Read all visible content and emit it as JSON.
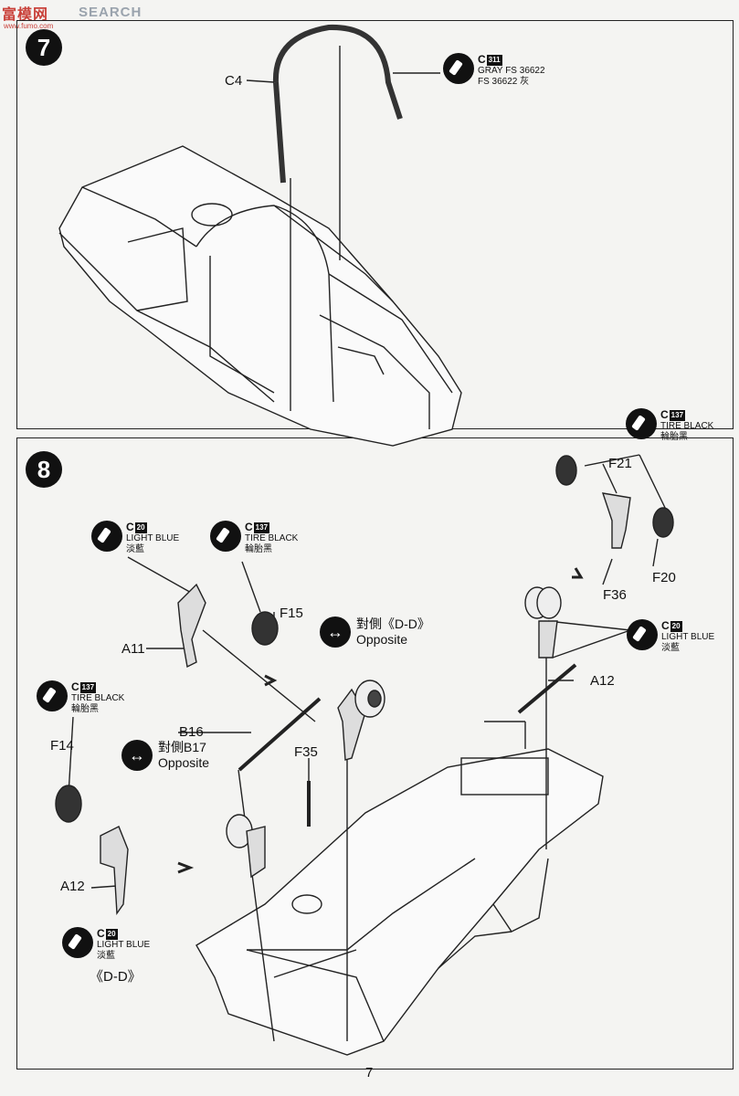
{
  "watermark": {
    "name": "富模网",
    "search": "SEARCH",
    "url": "www.fumo.com"
  },
  "steps": [
    {
      "number": "7"
    },
    {
      "number": "8"
    }
  ],
  "paints": {
    "c311": {
      "code": "C",
      "num": "311",
      "line1": "GRAY FS 36622",
      "line2": "FS 36622 灰"
    },
    "c137": {
      "code": "C",
      "num": "137",
      "line1": "TIRE BLACK",
      "line2": "輪胎黑"
    },
    "c20": {
      "code": "C",
      "num": "20",
      "line1": "LIGHT BLUE",
      "line2": "淡藍"
    }
  },
  "parts": {
    "c4": "C4",
    "f21": "F21",
    "f20": "F20",
    "f36": "F36",
    "f15": "F15",
    "a11": "A11",
    "a12a": "A12",
    "a12b": "A12",
    "b16": "B16",
    "f35": "F35",
    "f14": "F14",
    "dd": "《D-D》"
  },
  "opposite": {
    "dd": {
      "line1": "對側《D-D》",
      "line2": "Opposite"
    },
    "b17": {
      "line1": "對側B17",
      "line2": "Opposite"
    }
  },
  "page_number": "7"
}
